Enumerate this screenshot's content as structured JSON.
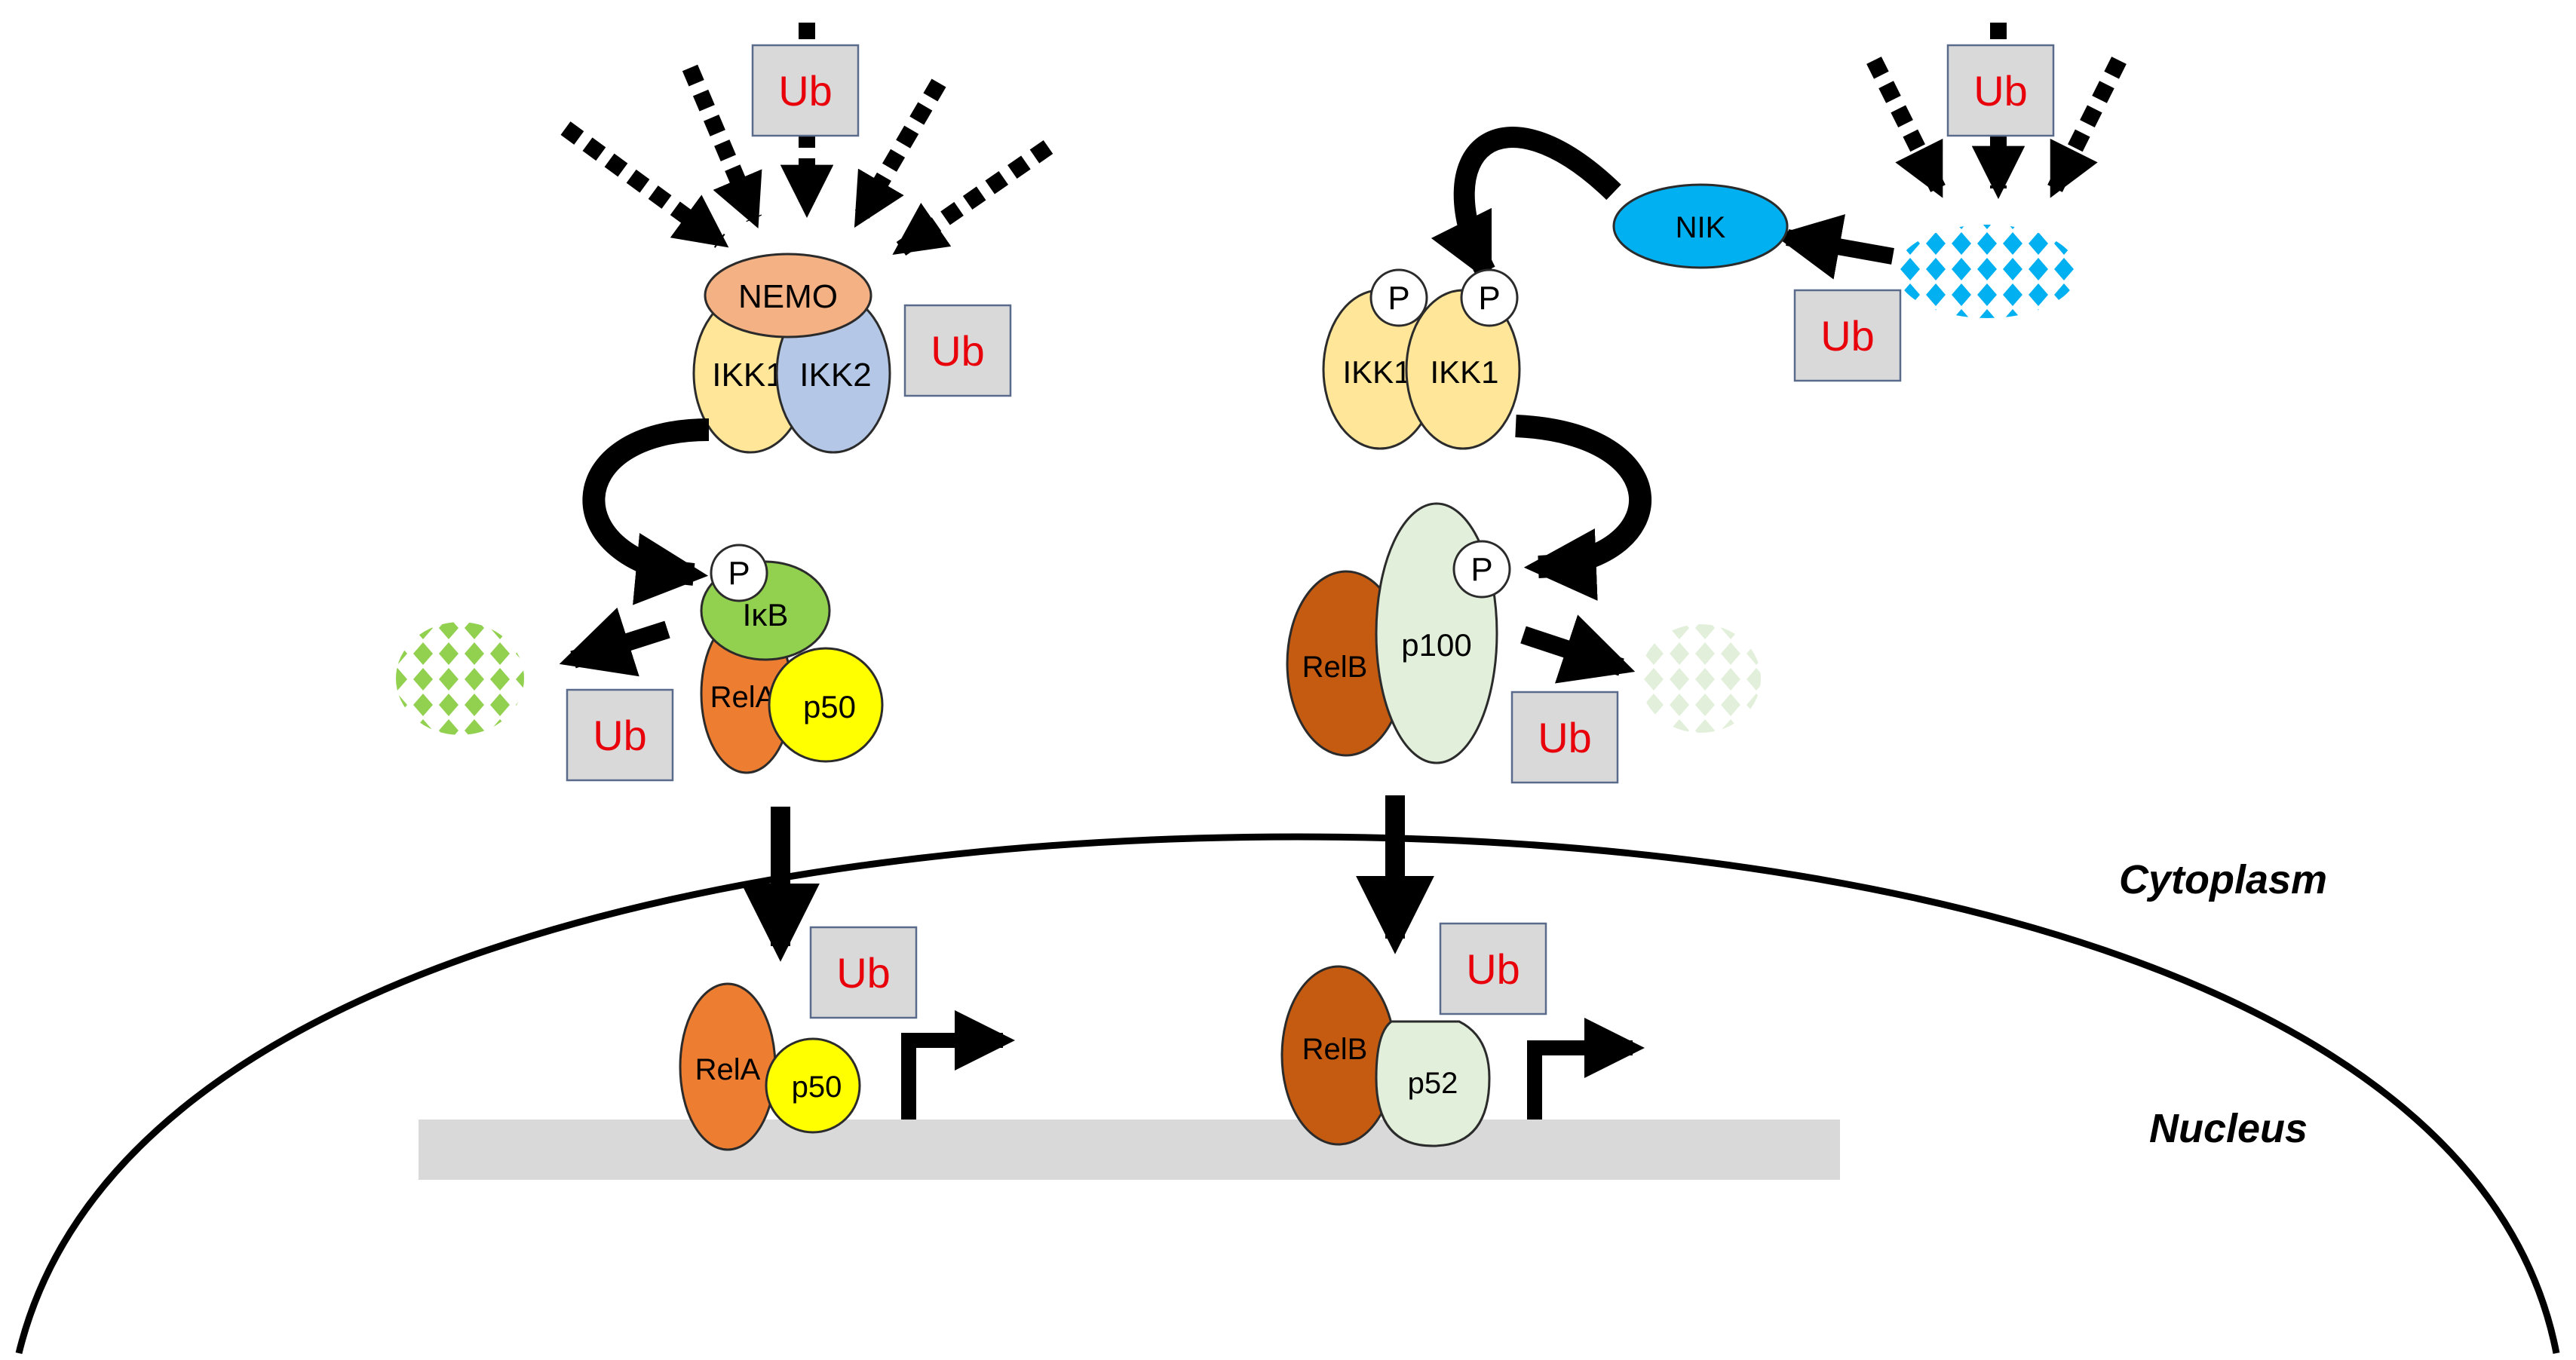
{
  "labels": {
    "ub": "Ub",
    "nemo": "NEMO",
    "ikk1": "IKK1",
    "ikk2": "IKK2",
    "p": "P",
    "ikb": "IκB",
    "rela": "RelA",
    "p50": "p50",
    "nik": "NIK",
    "relb": "RelB",
    "p100": "p100",
    "p52": "p52",
    "cytoplasm": "Cytoplasm",
    "nucleus": "Nucleus"
  },
  "colors": {
    "ub_text": "#e8000b",
    "ub_box": "#d9d9d9",
    "nemo": "#f4b183",
    "ikk1": "#ffe699",
    "ikk2": "#b4c7e7",
    "ikb": "#92d050",
    "rela": "#ed7d31",
    "p50": "#ffff00",
    "nik": "#00b0f0",
    "relb": "#c55a11",
    "p100": "#e2efda",
    "p52": "#e2efda",
    "dna": "#d9d9d9"
  }
}
